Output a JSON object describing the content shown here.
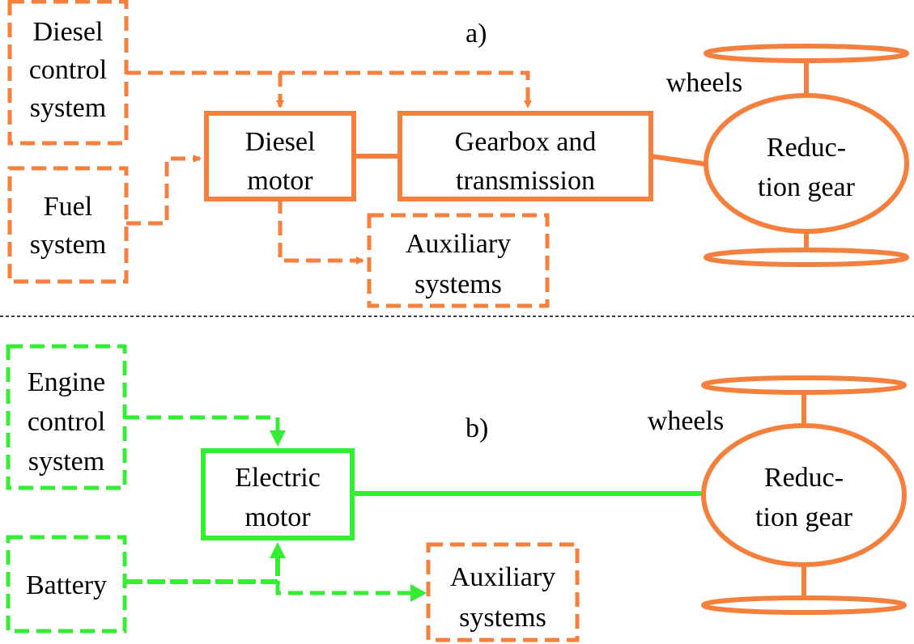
{
  "panel_a": {
    "label": "a)",
    "diesel_control": [
      "Diesel",
      "control",
      "system"
    ],
    "fuel_system": [
      "Fuel",
      "system"
    ],
    "diesel_motor": [
      "Diesel",
      "motor"
    ],
    "gearbox": [
      "Gearbox and",
      "transmission"
    ],
    "auxiliary": [
      "Auxiliary",
      "systems"
    ],
    "reduction_gear": [
      "Reduc-",
      "tion gear"
    ],
    "wheels": "wheels"
  },
  "panel_b": {
    "label": "b)",
    "engine_control": [
      "Engine",
      "control",
      "system"
    ],
    "battery": "Battery",
    "electric_motor": [
      "Electric",
      "motor"
    ],
    "auxiliary": [
      "Auxiliary",
      "systems"
    ],
    "reduction_gear": [
      "Reduc-",
      "tion gear"
    ],
    "wheels": "wheels"
  },
  "colors": {
    "diesel": "#F5803E",
    "electric": "#33EE33",
    "divider": "#000000"
  }
}
